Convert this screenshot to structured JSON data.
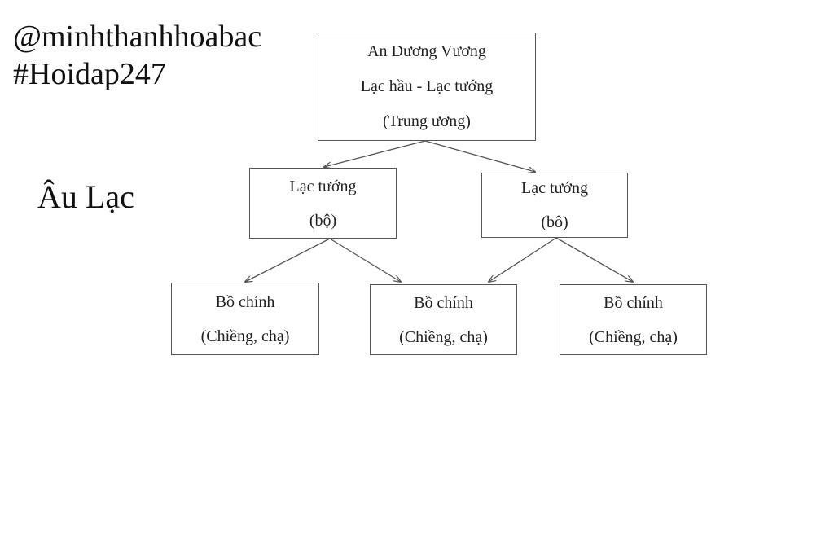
{
  "watermark": {
    "line1": "@minhthanhhoabac",
    "line2": "#Hoidap247"
  },
  "title": "Âu Lạc",
  "nodes": {
    "root": {
      "line1": "An Dương Vương",
      "line2": "Lạc hầu - Lạc tướng",
      "line3": "(Trung ương)"
    },
    "lac_tuong_1": {
      "line1": "Lạc tướng",
      "line2": "(bộ)"
    },
    "lac_tuong_2": {
      "line1": "Lạc tướng",
      "line2": "(bô)"
    },
    "bo_chinh_1": {
      "line1": "Bồ chính",
      "line2": "(Chiềng, chạ)"
    },
    "bo_chinh_2": {
      "line1": "Bồ chính",
      "line2": "(Chiềng, chạ)"
    },
    "bo_chinh_3": {
      "line1": "Bồ chính",
      "line2": "(Chiềng, chạ)"
    }
  },
  "colors": {
    "line": "#555555",
    "text": "#222222",
    "background": "#ffffff"
  }
}
